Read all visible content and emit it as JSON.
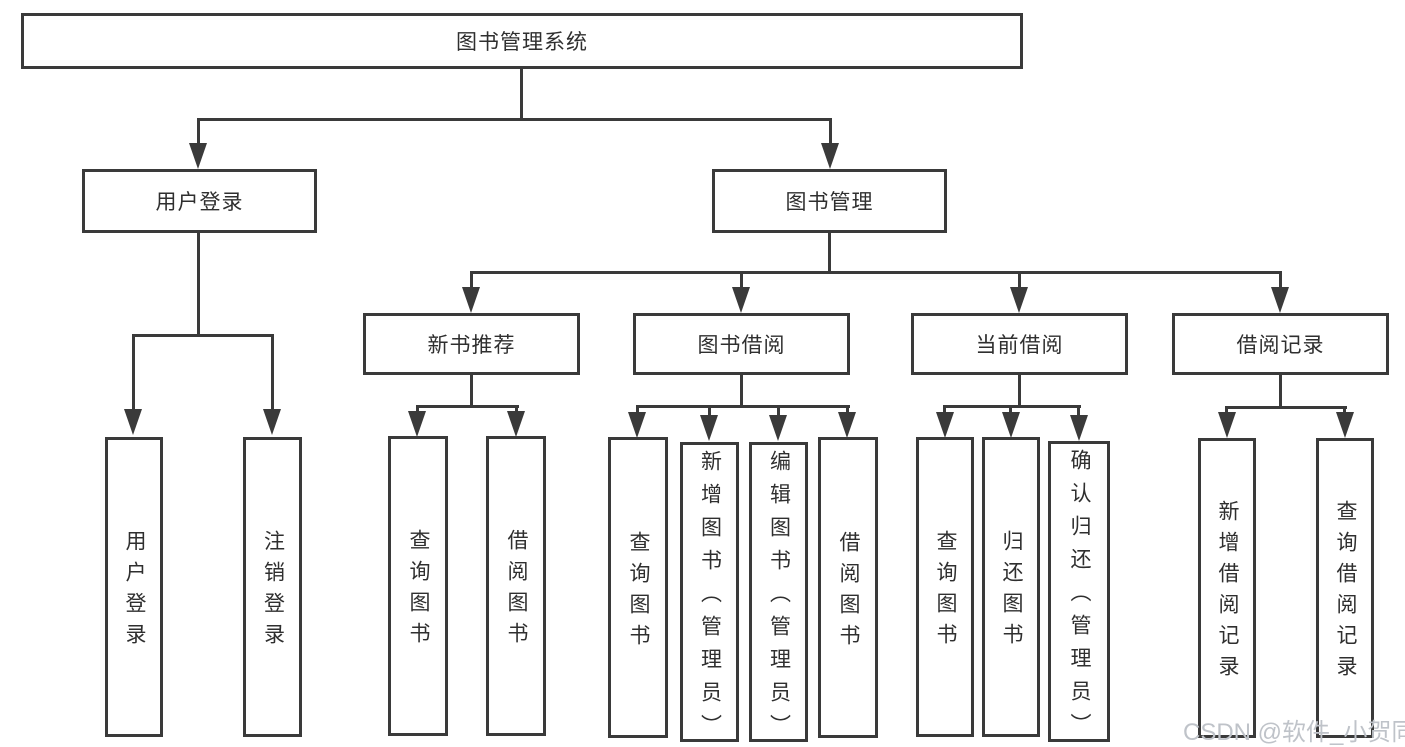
{
  "diagram": {
    "root": {
      "label": "图书管理系统"
    },
    "level2": [
      {
        "label": "用户登录"
      },
      {
        "label": "图书管理"
      }
    ],
    "level3": [
      {
        "label": "新书推荐"
      },
      {
        "label": "图书借阅"
      },
      {
        "label": "当前借阅"
      },
      {
        "label": "借阅记录"
      }
    ],
    "leaves": {
      "user_login": [
        {
          "label": "用户登录"
        },
        {
          "label": "注销登录"
        }
      ],
      "new_books": [
        {
          "label": "查询图书"
        },
        {
          "label": "借阅图书"
        }
      ],
      "book_borrow": [
        {
          "label": "查询图书"
        },
        {
          "label": "新增图书（管理员）"
        },
        {
          "label": "编辑图书（管理员）"
        },
        {
          "label": "借阅图书"
        }
      ],
      "current_borrow": [
        {
          "label": "查询图书"
        },
        {
          "label": "归还图书"
        },
        {
          "label": "确认归还（管理员）"
        }
      ],
      "borrow_records": [
        {
          "label": "新增借阅记录"
        },
        {
          "label": "查询借阅记录"
        }
      ]
    }
  },
  "watermark": "CSDN @软件_小贺同学",
  "colors": {
    "line": "#3a3a3a",
    "text": "#2f2f2f",
    "watermark": "#bfc3c9",
    "background": "#ffffff"
  }
}
